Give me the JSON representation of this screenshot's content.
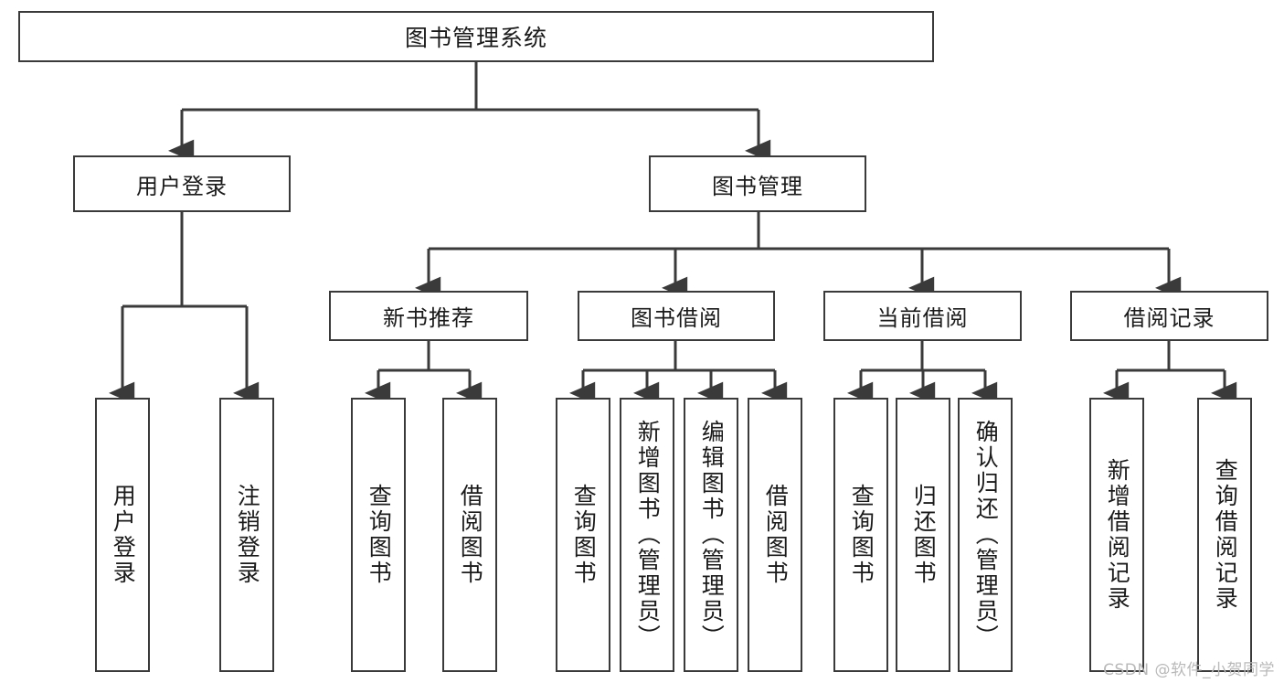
{
  "diagram": {
    "title_node": {
      "label": "图书管理系统"
    },
    "level2": [
      {
        "id": "user-login",
        "label": "用户登录"
      },
      {
        "id": "book-manage",
        "label": "图书管理"
      }
    ],
    "level3": [
      {
        "id": "new-book-recommend",
        "label": "新书推荐"
      },
      {
        "id": "book-borrow",
        "label": "图书借阅"
      },
      {
        "id": "current-borrow",
        "label": "当前借阅"
      },
      {
        "id": "borrow-record",
        "label": "借阅记录"
      }
    ],
    "leaves": [
      {
        "id": "leaf-user-login",
        "label": "用户登录",
        "parent": "user-login"
      },
      {
        "id": "leaf-logout-login",
        "label": "注销登录",
        "parent": "user-login"
      },
      {
        "id": "leaf-query-book-1",
        "label": "查询图书",
        "parent": "new-book-recommend"
      },
      {
        "id": "leaf-borrow-book-1",
        "label": "借阅图书",
        "parent": "new-book-recommend"
      },
      {
        "id": "leaf-query-book-2",
        "label": "查询图书",
        "parent": "book-borrow"
      },
      {
        "id": "leaf-add-book",
        "label": "新增图书（管理员）",
        "parent": "book-borrow"
      },
      {
        "id": "leaf-edit-book",
        "label": "编辑图书（管理员）",
        "parent": "book-borrow"
      },
      {
        "id": "leaf-borrow-book-2",
        "label": "借阅图书",
        "parent": "book-borrow"
      },
      {
        "id": "leaf-query-book-3",
        "label": "查询图书",
        "parent": "current-borrow"
      },
      {
        "id": "leaf-return-book",
        "label": "归还图书",
        "parent": "current-borrow"
      },
      {
        "id": "leaf-confirm-return",
        "label": "确认归还（管理员）",
        "parent": "current-borrow"
      },
      {
        "id": "leaf-add-record",
        "label": "新增借阅记录",
        "parent": "borrow-record"
      },
      {
        "id": "leaf-query-record",
        "label": "查询借阅记录",
        "parent": "borrow-record"
      }
    ],
    "colors": {
      "stroke": "#3a3a3a",
      "background": "#ffffff",
      "text": "#1a1a1a",
      "watermark": "#b9b9b9"
    }
  },
  "watermark": {
    "text": "CSDN @软件_小贺同学"
  }
}
